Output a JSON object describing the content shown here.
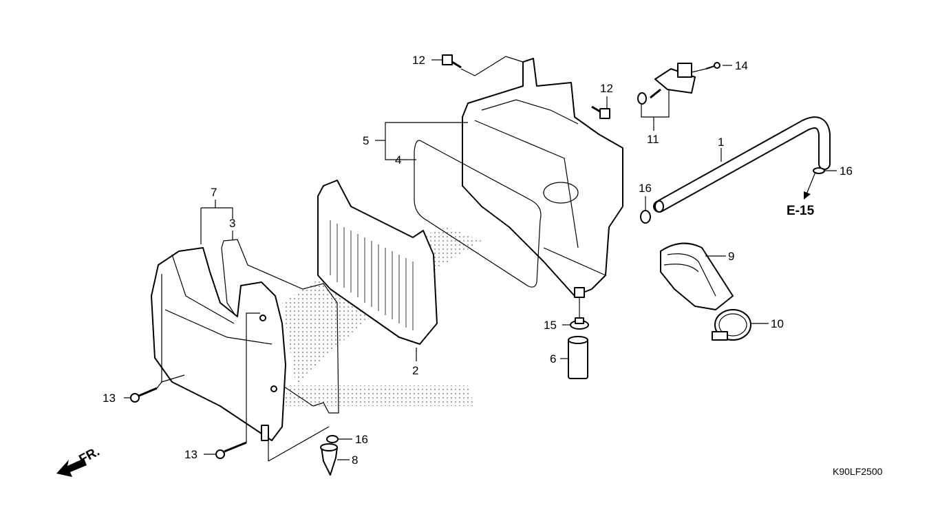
{
  "diagram": {
    "labels": [
      {
        "id": "1",
        "text": "1"
      },
      {
        "id": "2",
        "text": "2"
      },
      {
        "id": "3",
        "text": "3"
      },
      {
        "id": "4",
        "text": "4"
      },
      {
        "id": "5",
        "text": "5"
      },
      {
        "id": "6",
        "text": "6"
      },
      {
        "id": "7",
        "text": "7"
      },
      {
        "id": "8",
        "text": "8"
      },
      {
        "id": "9",
        "text": "9"
      },
      {
        "id": "10",
        "text": "10"
      },
      {
        "id": "11",
        "text": "11"
      },
      {
        "id": "12a",
        "text": "12"
      },
      {
        "id": "12b",
        "text": "12"
      },
      {
        "id": "13a",
        "text": "13"
      },
      {
        "id": "13b",
        "text": "13"
      },
      {
        "id": "14",
        "text": "14"
      },
      {
        "id": "15",
        "text": "15"
      },
      {
        "id": "16a",
        "text": "16"
      },
      {
        "id": "16b",
        "text": "16"
      },
      {
        "id": "16c",
        "text": "16"
      }
    ],
    "reference": "E-15",
    "front_marker": "FR.",
    "diagram_code": "K90LF2500"
  }
}
